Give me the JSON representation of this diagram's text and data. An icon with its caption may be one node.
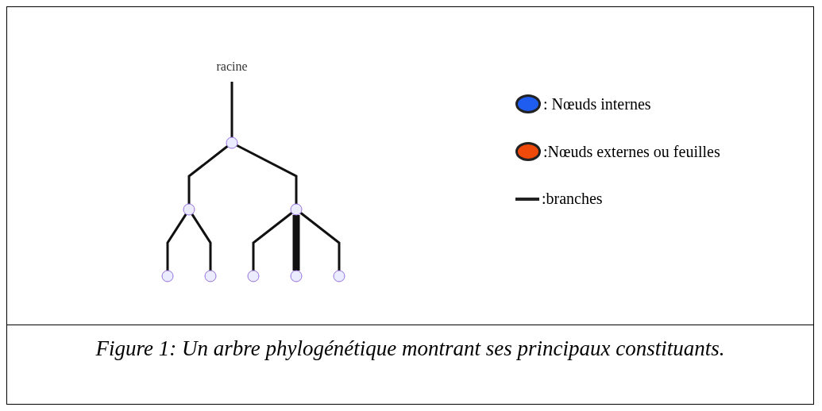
{
  "diagram": {
    "caption": "Figure 1: Un arbre phylogénétique montrant ses principaux constituants.",
    "nodes": [
      {
        "text": [
          "racine"
        ]
      },
      {
        "text": [],
        "shape": "circle"
      },
      {
        "text": [],
        "shape": "circle"
      },
      {
        "text": [],
        "shape": "circle"
      },
      {
        "text": [],
        "shape": "circle"
      },
      {
        "text": [],
        "shape": "circle"
      },
      {
        "text": [],
        "shape": "circle"
      },
      {
        "text": [],
        "shape": "circle"
      },
      {
        "text": [],
        "shape": "circle"
      }
    ],
    "edges": [
      {
        "from": 0,
        "to": 1,
        "arrow": "none"
      },
      {
        "from": 1,
        "to": 2,
        "arrow": "none"
      },
      {
        "from": 1,
        "to": 3,
        "arrow": "none"
      },
      {
        "from": 2,
        "to": 4,
        "arrow": "none"
      },
      {
        "from": 2,
        "to": 5,
        "arrow": "none"
      },
      {
        "from": 3,
        "to": 6,
        "arrow": "none"
      },
      {
        "from": 3,
        "to": 7,
        "arrow": "none",
        "style": "thick"
      },
      {
        "from": 3,
        "to": 8,
        "arrow": "none"
      }
    ],
    "legend": [
      {
        "text": ": Nœuds internes",
        "color": "#1f5cf0"
      },
      {
        "text": ":Nœuds externes ou feuilles",
        "color": "#f04a0a"
      },
      {
        "text": ":branches"
      }
    ]
  }
}
